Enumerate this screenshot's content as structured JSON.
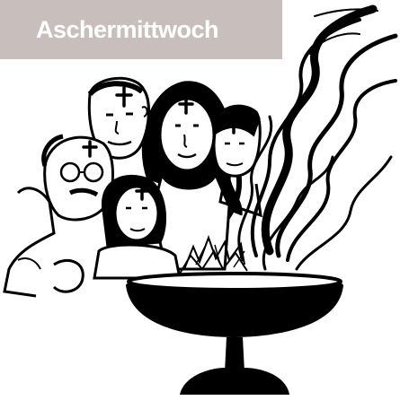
{
  "title": {
    "text": "Aschermittwoch",
    "banner_color": "#c8bfbd",
    "text_color": "#ffffff"
  },
  "illustration": {
    "ink_color": "#000000",
    "people_count": 5,
    "ash_cross_count": 5
  }
}
